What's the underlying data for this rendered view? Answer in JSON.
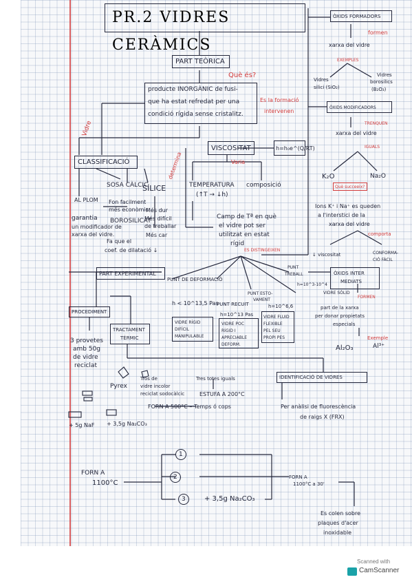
{
  "title": "PR.2 VIDRES CERÀMICS",
  "part_teorica": "PART TEÒRICA",
  "que_es": "Què és?",
  "definition": [
    "producte INORGÀNIC de fusi-",
    "que ha estat refredat per una",
    "condició rígida sense cristalitz."
  ],
  "es_la_formacio": "Es la formació",
  "intervenen": "intervenen",
  "viscositat": "VISCOSITAT",
  "formula": "h=h₀e^(Q/RT)",
  "varia": "Varia",
  "temperatura": "TEMPERATURA",
  "temp_relation": "(↑T → ↓h)",
  "composicio": "composició",
  "determina": "determina",
  "classificacio": "CLASSIFICACIÓ",
  "vidre": "Vidre",
  "al_plom": "AL PLOM",
  "garantia": [
    "garantia",
    "un modificador de",
    "xarxa del vidre."
  ],
  "sosa_calcic": "SOSA CÀLCIC",
  "sosa_calcic_desc": [
    "Fon facilment",
    "més econòmic"
  ],
  "silice": "SÍLICE",
  "silice_desc": [
    "Més dur",
    "Més difícil",
    "de treballar",
    "Més car"
  ],
  "borosilicat": "BOROSILICAT",
  "borosilicat_desc": [
    "Fa que el",
    "coef. de dilatació ↓"
  ],
  "rang_ts": [
    "Camp de Tª en què",
    "el vidre pot ser",
    "utilitzat en estat",
    "rígid"
  ],
  "es_distingeixen": "ES DISTINGEIXEN",
  "part_experimental": "PART EXPERIMENTAL",
  "punt_deformacio": "PUNT DE DEFORMACIÓ",
  "punt_treball": [
    "PUNT",
    "TREBALL"
  ],
  "punt_estovament": [
    "PUNT ESTO-",
    "VAMENT"
  ],
  "punt_recuit": "PUNT RECUIT",
  "h_lt": "h < 10^13,5 Pas",
  "h_13": "h=10^13 Pas",
  "h_66": "h=10^6,6",
  "h_3_4": "h=10^3-10^4",
  "vidre_solid": "VIDRE SÒLID",
  "vidre_rigid": [
    "VIDRE RÍGID",
    "DIFÍCIL",
    "MANIPULABLE"
  ],
  "vidre_poc_rigid": [
    "VIDRE POC",
    "RÍGID I",
    "APRECIABLE",
    "DEFORM."
  ],
  "vidre_fluid": [
    "VIDRE FLUID",
    "FLEXIBLE",
    "PEL SEU",
    "PROPI PES"
  ],
  "procediment": "PROCEDIMENT",
  "tractament_termic": [
    "TRACTAMENT",
    "TÈRMIC"
  ],
  "provetes": [
    "3 provetes",
    "amb 50g",
    "de vidre",
    "reciclat"
  ],
  "naf": "+ 5g NaF",
  "pyrex": "Pyrex",
  "tros": [
    "Tros de",
    "vidre incolor",
    "reciclat sodocàlcic"
  ],
  "na2co3": "+ 3,5g Na₂CO₃",
  "tres_totes": "Tres totes iguals",
  "estufa": "ESTUFA A 200°C",
  "forn_500": "FORN A 500°C – Temps ó cops",
  "identificacio": "IDENTIFICACIÓ DE VIDRES",
  "frx": [
    "Per anàlisi de fluorescència",
    "de raigs X (FRX)"
  ],
  "forn_1100": [
    "FORN A",
    "1100°C"
  ],
  "samples": [
    "1",
    "2",
    "3"
  ],
  "sample_3_extra": "+ 3,5g Na₂CO₃",
  "forn_1100_right": [
    "FORN A",
    "1100°C a 30'"
  ],
  "es_colen": [
    "Es colen sobre",
    "plaques d'acer",
    "inoxidable"
  ],
  "oxids_formadors": "ÒXIDS FORMADORS",
  "formen": "formen",
  "xarxa_vidre": "xarxa del vidre",
  "exemples": "EXEMPLES",
  "vidres_silici": [
    "Vidres",
    "silici (SiO₂)"
  ],
  "vidres_borosilic": [
    "Vidres",
    "borosílics",
    "(B₂O₃)"
  ],
  "oxids_modificadors": "ÒXIDS MODIFICADORS",
  "trenquen": "TRENQUEN",
  "xarxa_vidre_2": "xarxa del vidre",
  "iguals": "IGUALS",
  "k2o": "K₂O",
  "na2o": "Na₂O",
  "que_succeeix": "Què succeeix?",
  "ions": [
    "Ions K⁺ i Na⁺ es queden",
    "a l'interstici de la",
    "xarxa del vidre"
  ],
  "comporta": "comporta",
  "viscositat_down": "↓ viscositat",
  "conformacio": [
    "CONFORMA-",
    "CIÓ FÀCIL"
  ],
  "oxids_intermedis": [
    "ÒXIDS INTER",
    "MEDIATS"
  ],
  "formen_2": "FORMEN",
  "part_xarxa": [
    "part de la xarxa",
    "per donar propietats",
    "especials"
  ],
  "exemple": "Exemple",
  "al2o3": "Al₂O₃",
  "al3": "Al³⁺",
  "scanned_with": "Scanned with",
  "camscanner": "CamScanner"
}
